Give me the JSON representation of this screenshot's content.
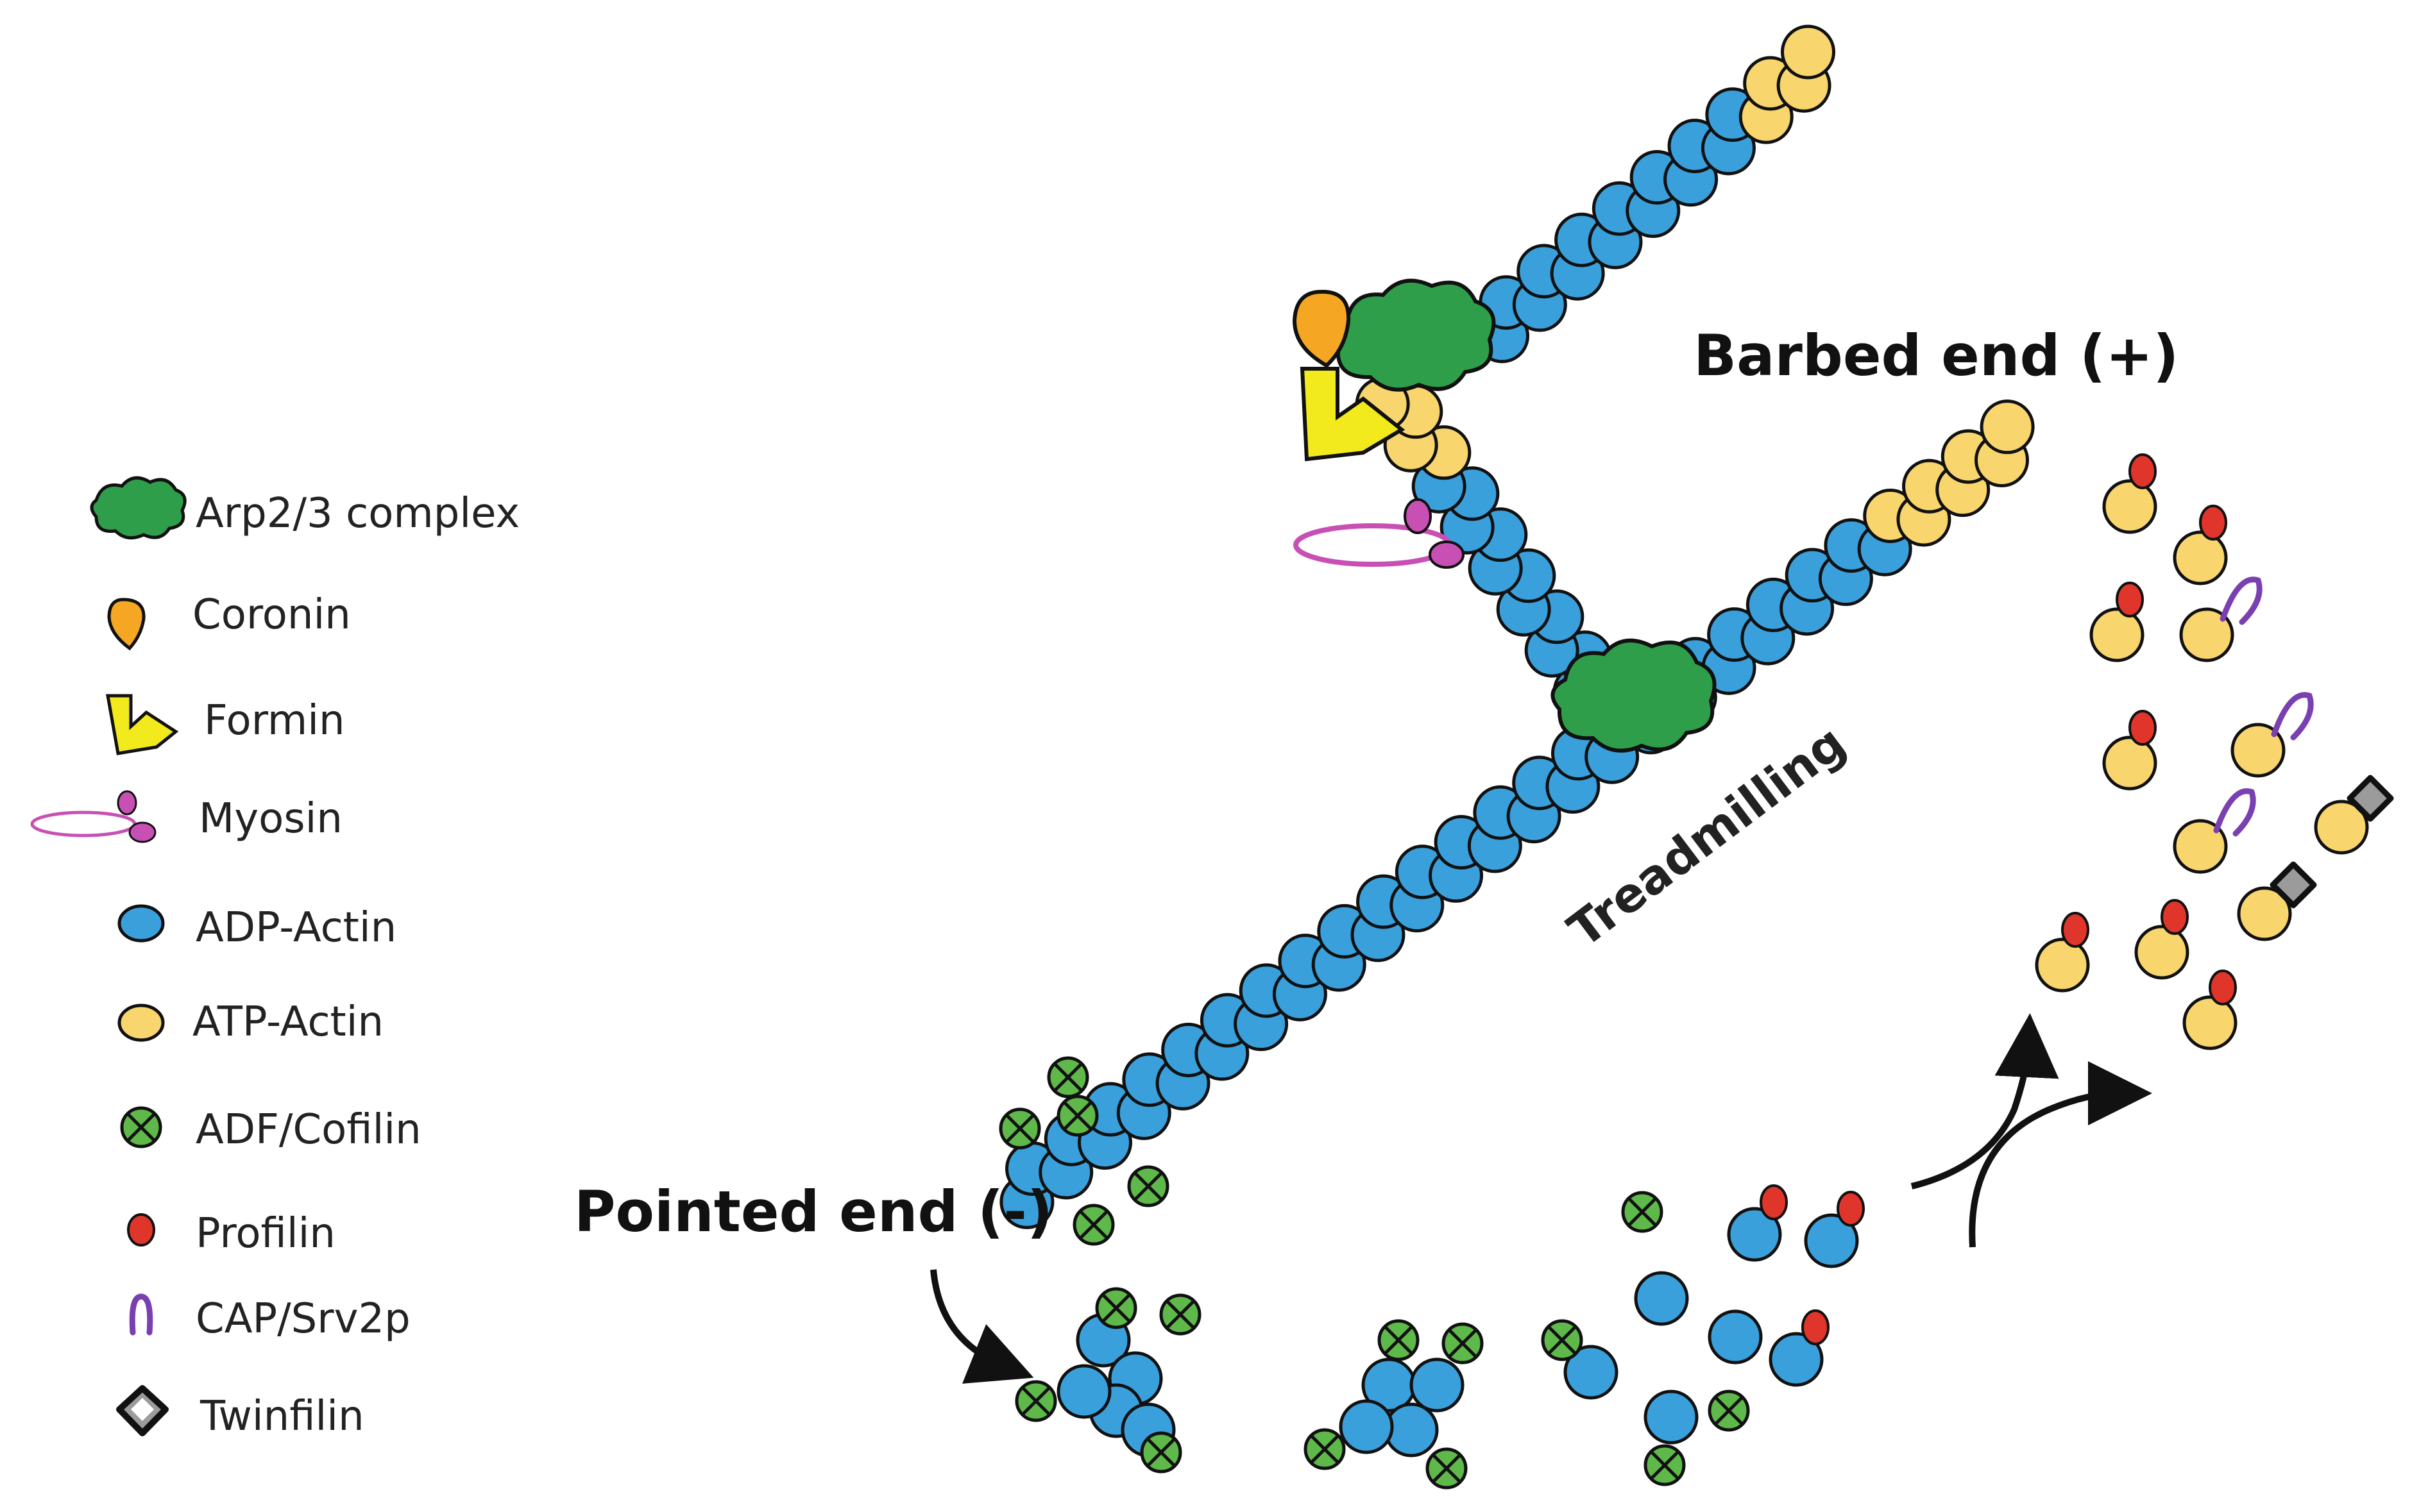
{
  "labels": {
    "barbed_end": "Barbed end (+)",
    "pointed_end": "Pointed end (-)",
    "treadmilling": "Treadmilling"
  },
  "legend": [
    {
      "label": "Arp2/3 complex",
      "icon": "arp23-complex-icon"
    },
    {
      "label": "Coronin",
      "icon": "coronin-icon"
    },
    {
      "label": "Formin",
      "icon": "formin-icon"
    },
    {
      "label": "Myosin",
      "icon": "myosin-icon"
    },
    {
      "label": "ADP-Actin",
      "icon": "adp-actin-icon"
    },
    {
      "label": "ATP-Actin",
      "icon": "atp-actin-icon"
    },
    {
      "label": "ADF/Cofilin",
      "icon": "adf-cofilin-icon"
    },
    {
      "label": "Profilin",
      "icon": "profilin-icon"
    },
    {
      "label": "CAP/Srv2p",
      "icon": "cap-srv2p-icon"
    },
    {
      "label": "Twinfilin",
      "icon": "twinfilin-icon"
    }
  ],
  "colors": {
    "adp_actin": "#3aa0dc",
    "atp_actin": "#f9d56e",
    "arp23": "#2e9e4a",
    "coronin": "#f5a623",
    "formin": "#f2ea1c",
    "myosin": "#c850b4",
    "cofilin": "#5fb84a",
    "profilin": "#e0352b",
    "cap": "#7a3fb0",
    "twinfilin": "#9b9b9b"
  }
}
